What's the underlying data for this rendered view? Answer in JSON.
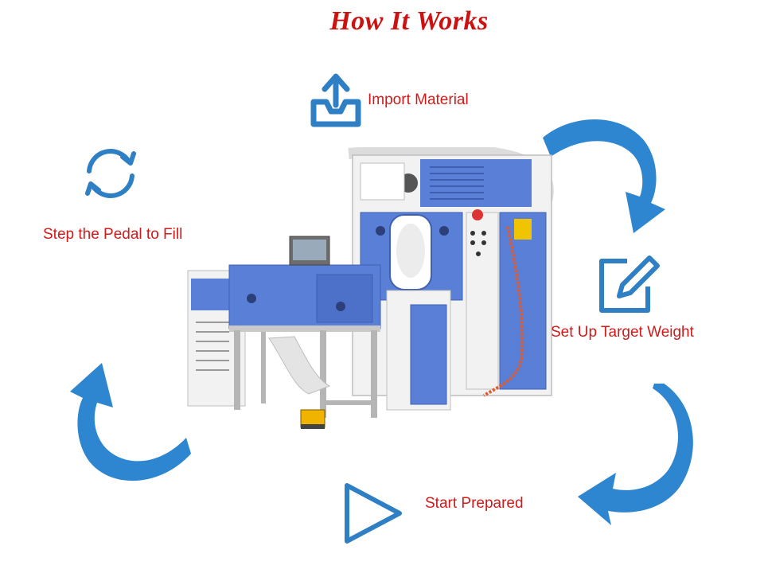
{
  "title": "How It Works",
  "steps": {
    "import": {
      "label": "Import Material",
      "icon": "import-tray-icon"
    },
    "weight": {
      "label": "Set Up Target Weight",
      "icon": "edit-pen-icon"
    },
    "start": {
      "label": "Start Prepared",
      "icon": "play-icon"
    },
    "pedal": {
      "label": "Step the Pedal to Fill",
      "icon": "refresh-icon"
    }
  },
  "colors": {
    "title": "#cc1111",
    "label": "#d11a1a",
    "icon": "#2f7fc4",
    "arrow": "#2d86cf",
    "machine_blue": "#5a7fd6",
    "machine_white": "#f2f2f2"
  }
}
